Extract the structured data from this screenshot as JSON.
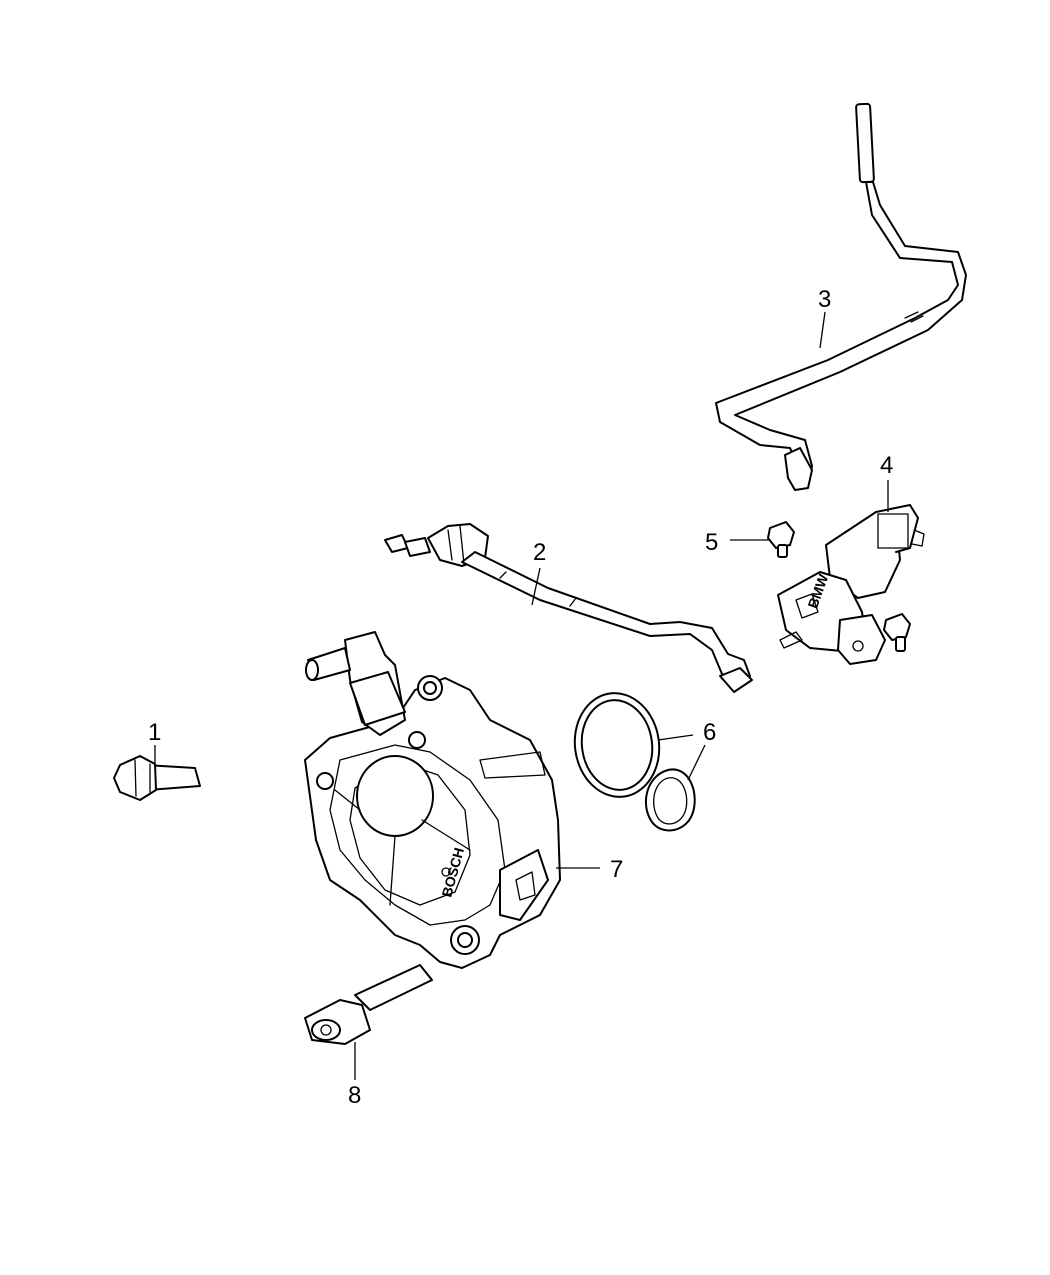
{
  "diagram": {
    "callouts": {
      "c1": "1",
      "c2": "2",
      "c3": "3",
      "c4": "4",
      "c5": "5",
      "c6": "6",
      "c7": "7",
      "c8": "8"
    },
    "pump_brand": "BOSCH"
  },
  "colors": {
    "line": "#000000",
    "background": "#ffffff"
  }
}
